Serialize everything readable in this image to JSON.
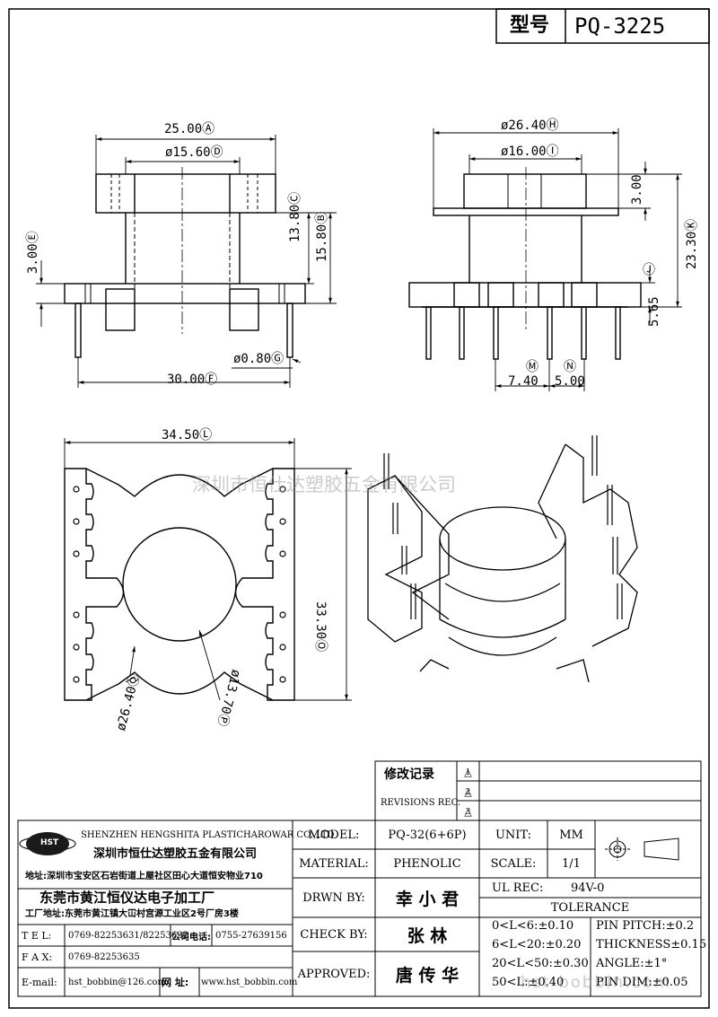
{
  "title_block": {
    "label": "型号",
    "value": "PQ-3225"
  },
  "watermark": "深圳市恒仕达塑胶五金有限公司",
  "watermark_bottom": "hst-bobbin.com",
  "dimensions": {
    "front": {
      "A": "25.00",
      "B": "15.80",
      "C": "13.80",
      "D": "ø15.60",
      "E": "3.00",
      "F": "30.00",
      "G": "ø0.80"
    },
    "side": {
      "H": "ø26.40",
      "I": "ø16.00",
      "top": "3.00",
      "K": "23.30",
      "J": "5.65",
      "M": "7.40",
      "N": "5.00"
    },
    "bottom": {
      "L": "34.50",
      "O": "33.30",
      "Q": "ø26.40",
      "P": "ø13.70"
    },
    "circles": {
      "A": "Ⓐ",
      "B": "Ⓑ",
      "C": "Ⓒ",
      "D": "Ⓓ",
      "E": "Ⓔ",
      "F": "Ⓕ",
      "G": "Ⓖ",
      "H": "Ⓗ",
      "I": "Ⓘ",
      "J": "Ⓙ",
      "K": "Ⓚ",
      "L": "Ⓛ",
      "M": "Ⓜ",
      "N": "Ⓝ",
      "O": "Ⓞ",
      "P": "Ⓟ",
      "Q": "Ⓠ"
    }
  },
  "revisions": {
    "title_cn": "修改记录",
    "title_en": "REVISIONS REC.",
    "marks": [
      "1",
      "2",
      "3"
    ]
  },
  "company": {
    "logo": "HST",
    "name_en": "SHENZHEN HENGSHITA PLASTICHAROWAR CO.,LTD",
    "name_cn": "深圳市恒仕达塑胶五金有限公司",
    "address": "地址:深圳市宝安区石岩街道上屋社区田心大道恒安物业710",
    "factory": "东莞市黄江恒仪达电子加工厂",
    "factory_address": "工厂地址:东莞市黄江镇大冚村宫源工业区2号厂房3楼",
    "tel_label": "T E L:",
    "tel": "0769-82253631/82253632",
    "phone_label": "公司电话:",
    "phone": "0755-27639156",
    "fax_label": "F A X:",
    "fax": "0769-82253635",
    "email_label": "E-mail:",
    "email": "hst_bobbin@126.com",
    "web_label": "网 址:",
    "web": "www.hst_bobbin.com"
  },
  "specs": {
    "model_label": "MODEL:",
    "model": "PQ-32(6+6P)",
    "unit_label": "UNIT:",
    "unit": "MM",
    "material_label": "MATERIAL:",
    "material": "PHENOLIC",
    "scale_label": "SCALE:",
    "scale": "1/1",
    "drwn_label": "DRWN BY:",
    "drwn": "幸 小 君",
    "ul_label": "UL REC:",
    "ul": "94V-0",
    "tolerance_label": "TOLERANCE",
    "check_label": "CHECK BY:",
    "check": "张 林",
    "approved_label": "APPROVED:",
    "approved": "唐 传 华",
    "tol": [
      "0<L<6:±0.10",
      "6<L<20:±0.20",
      "20<L<50:±0.30",
      "50<L:±0.40"
    ],
    "tol2": [
      "PIN PITCH:±0.2",
      "THICKNESS±0.15",
      "ANGLE:±1°",
      "PIN DIM:±0.05"
    ]
  }
}
